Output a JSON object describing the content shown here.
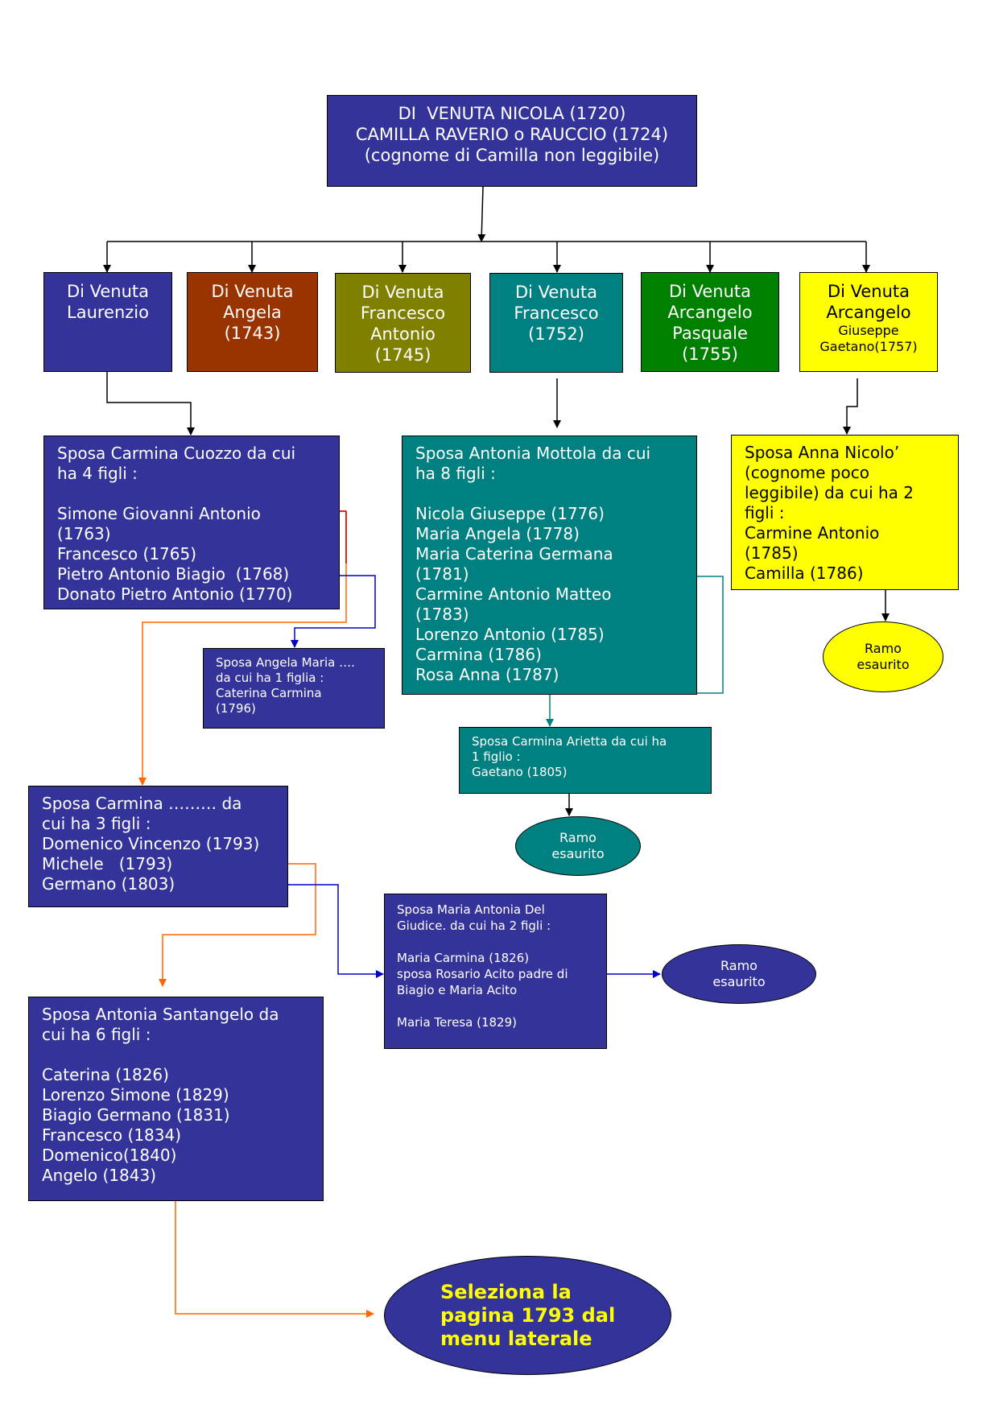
{
  "root": {
    "lines": [
      "DI  VENUTA NICOLA (1720)",
      "CAMILLA RAVERIO o RAUCCIO (1724)",
      "(cognome di Camilla non leggibile)"
    ]
  },
  "children": [
    {
      "lines": [
        "Di Venuta",
        "Laurenzio"
      ]
    },
    {
      "lines": [
        "Di Venuta",
        "Angela",
        "(1743)"
      ]
    },
    {
      "lines": [
        "Di Venuta",
        "Francesco",
        "Antonio",
        "(1745)"
      ]
    },
    {
      "lines": [
        "Di Venuta",
        "Francesco",
        "(1752)"
      ]
    },
    {
      "lines": [
        "Di Venuta",
        "Arcangelo",
        "Pasquale",
        "(1755)"
      ]
    },
    {
      "lines": [
        "Di Venuta",
        "Arcangelo"
      ],
      "small": [
        "Giuseppe",
        "Gaetano(1757)"
      ]
    }
  ],
  "laurenzio_branch": {
    "lines": [
      "Sposa Carmina Cuozzo da cui",
      "ha 4 figli :",
      "",
      "Simone Giovanni Antonio",
      "(1763)",
      "Francesco (1765)",
      "Pietro Antonio Biagio  (1768)",
      "Donato Pietro Antonio (1770)"
    ]
  },
  "angela_maria_box": {
    "lines": [
      "Sposa Angela Maria ….",
      "da cui ha 1 figlia :",
      "Caterina Carmina",
      "(1796)"
    ]
  },
  "francesco_branch": {
    "lines": [
      "Sposa Antonia Mottola da cui",
      "ha 8 figli :",
      "",
      "Nicola Giuseppe (1776)",
      "Maria Angela (1778)",
      "Maria Caterina Germana",
      "(1781)",
      "Carmine Antonio Matteo",
      "(1783)",
      "Lorenzo Antonio (1785)",
      "Carmina (1786)",
      "Rosa Anna (1787)"
    ]
  },
  "arietta_box": {
    "lines": [
      "Sposa Carmina Arietta da cui ha",
      "1 figlio :",
      "Gaetano (1805)"
    ]
  },
  "giuseppe_branch": {
    "lines": [
      "Sposa Anna Nicolo’",
      "(cognome poco",
      "leggibile) da cui ha 2",
      "figli :",
      "Carmine Antonio",
      "(1785)",
      "Camilla (1786)"
    ]
  },
  "carmina_3_box": {
    "lines": [
      "Sposa Carmina ……… da",
      "cui ha 3 figli :",
      "Domenico Vincenzo (1793)",
      "Michele   (1793)",
      "Germano (1803)"
    ]
  },
  "del_giudice_box": {
    "lines": [
      "Sposa Maria Antonia Del",
      "Giudice. da cui ha 2 figli :",
      "",
      "Maria Carmina (1826)",
      "sposa Rosario Acito padre di",
      "Biagio e Maria Acito",
      "",
      "Maria Teresa (1829)"
    ]
  },
  "santangelo_box": {
    "lines": [
      "Sposa Antonia Santangelo da",
      "cui ha 6 figli :",
      "",
      "Caterina (1826)",
      "Lorenzo Simone (1829)",
      "Biagio Germano (1831)",
      "Francesco (1834)",
      "Domenico(1840)",
      "Angelo (1843)"
    ]
  },
  "ramo_yellow": {
    "lines": [
      "Ramo",
      "esaurito"
    ]
  },
  "ramo_teal": {
    "lines": [
      "Ramo",
      "esaurito"
    ]
  },
  "ramo_navy": {
    "lines": [
      "Ramo",
      "esaurito"
    ]
  },
  "cta": {
    "lines": [
      "Seleziona la",
      "pagina 1793 dal",
      "menu laterale"
    ]
  },
  "colors": {
    "navy": "#333399",
    "rust": "#993300",
    "olive": "#808000",
    "teal": "#008080",
    "green": "#008000",
    "yellow": "#ffff00",
    "orange": "#ff6600",
    "blue": "#0000cc",
    "red": "#cc0000"
  }
}
